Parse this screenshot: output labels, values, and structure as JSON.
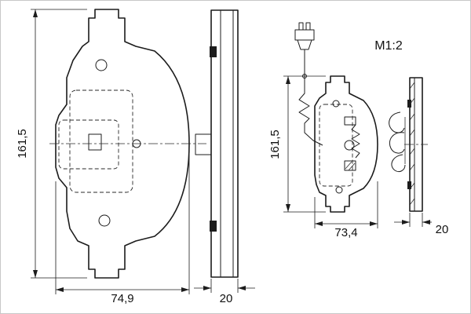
{
  "drawing": {
    "scale_label": "M1:2",
    "left_view": {
      "height": "161,5",
      "width": "74,9"
    },
    "left_side_view": {
      "thickness": "20"
    },
    "right_view": {
      "height": "161,5",
      "width": "73,4"
    },
    "right_side_view": {
      "thickness": "20"
    }
  }
}
